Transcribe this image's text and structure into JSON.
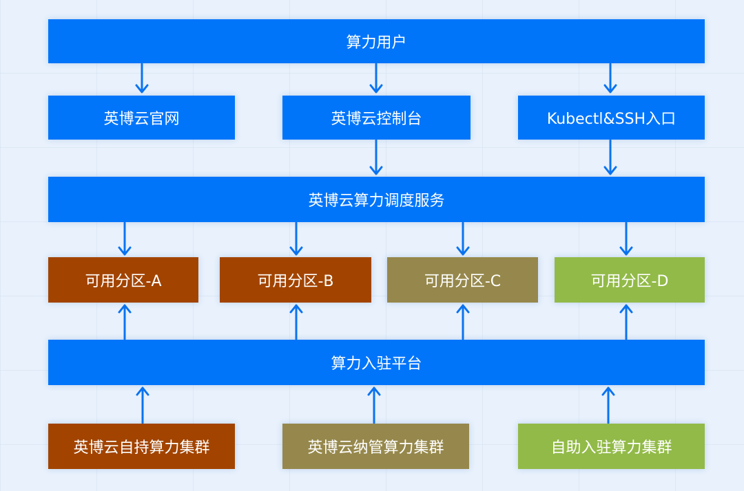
{
  "diagram": {
    "top": {
      "label": "算力用户"
    },
    "entry_points": [
      {
        "label": "英博云官网"
      },
      {
        "label": "英博云控制台"
      },
      {
        "label": "Kubectl&SSH入口"
      }
    ],
    "scheduler": {
      "label": "英博云算力调度服务"
    },
    "zones": [
      {
        "label": "可用分区-A",
        "color": "#a24400"
      },
      {
        "label": "可用分区-B",
        "color": "#a24400"
      },
      {
        "label": "可用分区-C",
        "color": "#96884c"
      },
      {
        "label": "可用分区-D",
        "color": "#92ba48"
      }
    ],
    "platform": {
      "label": "算力入驻平台"
    },
    "clusters": [
      {
        "label": "英博云自持算力集群",
        "color": "#a24400"
      },
      {
        "label": "英博云纳管算力集群",
        "color": "#96884c"
      },
      {
        "label": "自助入驻算力集群",
        "color": "#92ba48"
      }
    ],
    "colors": {
      "primary_blue": "#0075fa",
      "arrow": "#0a73f0",
      "background": "#e8f1fc"
    },
    "edges": [
      {
        "from": "算力用户",
        "to": "英博云官网"
      },
      {
        "from": "算力用户",
        "to": "英博云控制台"
      },
      {
        "from": "算力用户",
        "to": "Kubectl&SSH入口"
      },
      {
        "from": "英博云控制台",
        "to": "英博云算力调度服务"
      },
      {
        "from": "Kubectl&SSH入口",
        "to": "英博云算力调度服务"
      },
      {
        "from": "英博云算力调度服务",
        "to": "可用分区-A"
      },
      {
        "from": "英博云算力调度服务",
        "to": "可用分区-B"
      },
      {
        "from": "英博云算力调度服务",
        "to": "可用分区-C"
      },
      {
        "from": "英博云算力调度服务",
        "to": "可用分区-D"
      },
      {
        "from": "算力入驻平台",
        "to": "可用分区-A"
      },
      {
        "from": "算力入驻平台",
        "to": "可用分区-B"
      },
      {
        "from": "算力入驻平台",
        "to": "可用分区-C"
      },
      {
        "from": "算力入驻平台",
        "to": "可用分区-D"
      },
      {
        "from": "英博云自持算力集群",
        "to": "算力入驻平台"
      },
      {
        "from": "英博云纳管算力集群",
        "to": "算力入驻平台"
      },
      {
        "from": "自助入驻算力集群",
        "to": "算力入驻平台"
      }
    ]
  }
}
